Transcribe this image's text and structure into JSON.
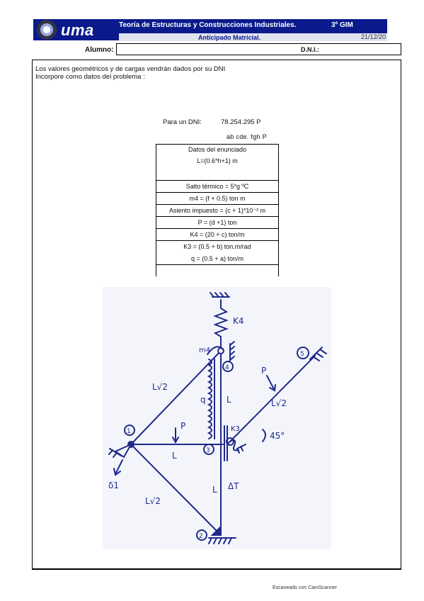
{
  "header": {
    "logo_text": "uma",
    "course_title": "Teoría de Estructuras y Construcciones Industriales.",
    "course_year": "3º GIM",
    "exam_title": "Anticipado Matricial.",
    "date": "21/12/20",
    "student_label": "Alumno:",
    "student_value": "",
    "dni_label": "D.N.I.:"
  },
  "colors": {
    "header_blue": "#0a1a8c"
  },
  "intro": {
    "line1": "Los valores geométricos y de cargas vendrán dados por su DNI",
    "line2": "Incorpore como datos del problema :"
  },
  "dni_example": {
    "label": "Para un DNI:",
    "value": "78.254.295 P",
    "letters": "ab cde. fgh P"
  },
  "data_table": {
    "header": "Datos del enunciado",
    "rows": [
      "L=(0.6*h+1) m",
      "Salto térmico = 5*g ºC",
      "m4 = (f + 0.5) ton m",
      "Asiento impuesto = (c + 1)*10⁻² m",
      "P = (d +1) ton",
      "K4 = (20 + c) ton/m",
      "K3 = (0.5 + b) ton.m/rad",
      "q = (0.5 + a) ton/m"
    ]
  },
  "figure": {
    "labels": {
      "k4": "K4",
      "m4": "m4",
      "node4": "4",
      "node5": "5",
      "node1": "1",
      "node2": "2",
      "node3": "3",
      "L_sqrt2_upper": "L√2",
      "L_sqrt2_right": "L√2",
      "L_sqrt2_lower": "L√2",
      "q": "q",
      "L_vert_upper": "L",
      "L_horizontal": "L",
      "L_vert_lower": "L",
      "P_left": "P",
      "P_right": "P",
      "K3": "K3",
      "angle": "45°",
      "delta1": "δ1",
      "delta_T": "ΔT"
    }
  },
  "footer": {
    "scanner": "Escaneado con CamScanner"
  }
}
